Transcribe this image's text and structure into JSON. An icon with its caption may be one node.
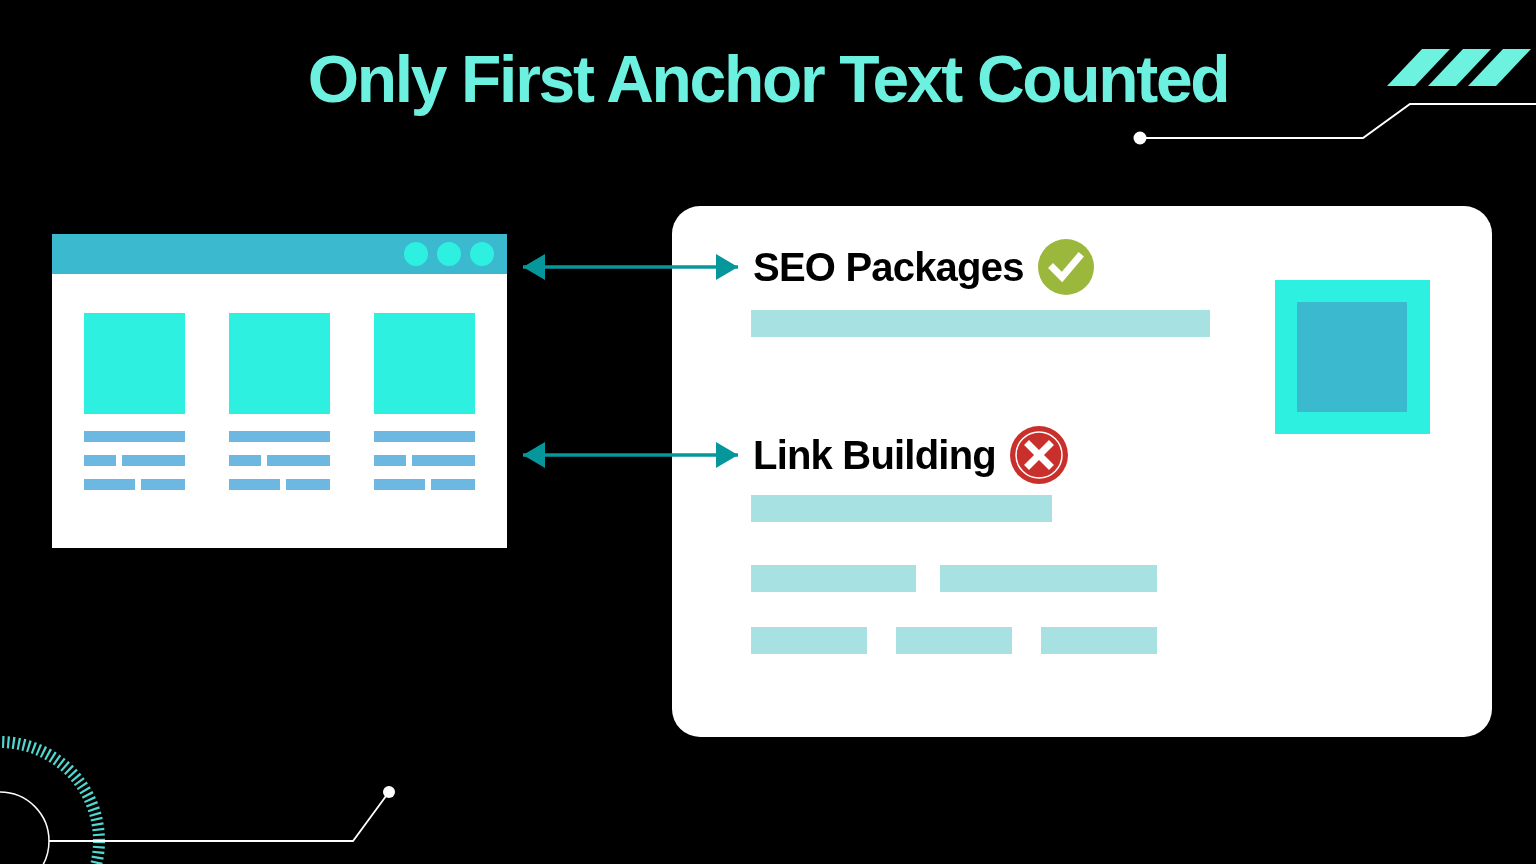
{
  "diagram": {
    "title": "Only First Anchor Text Counted",
    "nodes": [
      {
        "text": [],
        "shape": "picture"
      },
      {
        "text": [],
        "shape": "box"
      },
      {
        "text": [
          "SEO Packages"
        ],
        "in": 1
      },
      {
        "text": [
          "Link Building"
        ],
        "in": 1
      }
    ],
    "edges": [
      {
        "from": 0,
        "to": 2,
        "arrow": "both"
      },
      {
        "from": 0,
        "to": 3,
        "arrow": "both"
      }
    ]
  }
}
